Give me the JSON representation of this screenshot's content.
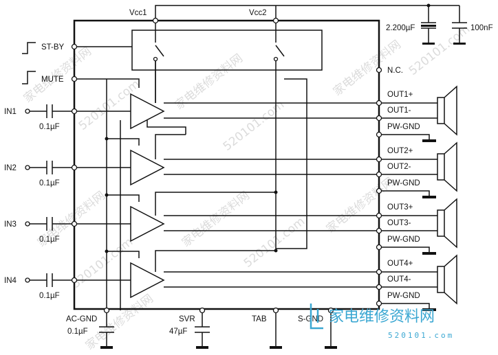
{
  "supply": {
    "vcc1": "Vcc1",
    "vcc2": "Vcc2"
  },
  "capacitors": {
    "electrolytic": "2.200µF",
    "ceramic": "100nF",
    "in": "0.1µF",
    "acgnd": "0.1µF",
    "svr": "47µF"
  },
  "controls": {
    "standby": "ST-BY",
    "mute": "MUTE"
  },
  "inputs": [
    "IN1",
    "IN2",
    "IN3",
    "IN4"
  ],
  "nc": "N.C.",
  "outputs": [
    {
      "pos": "OUT1+",
      "neg": "OUT1-",
      "gnd": "PW-GND"
    },
    {
      "pos": "OUT2+",
      "neg": "OUT2-",
      "gnd": "PW-GND"
    },
    {
      "pos": "OUT3+",
      "neg": "OUT3-",
      "gnd": "PW-GND"
    },
    {
      "pos": "OUT4+",
      "neg": "OUT4-",
      "gnd": "PW-GND"
    }
  ],
  "bottom_pins": {
    "acgnd": "AC-GND",
    "svr": "SVR",
    "tab": "TAB",
    "sgnd": "S-GND"
  },
  "watermark": {
    "cn": "家电维修资料网",
    "url": "520101.com",
    "logo_cn": "家电维修资料网",
    "logo_url": "520101.com"
  }
}
